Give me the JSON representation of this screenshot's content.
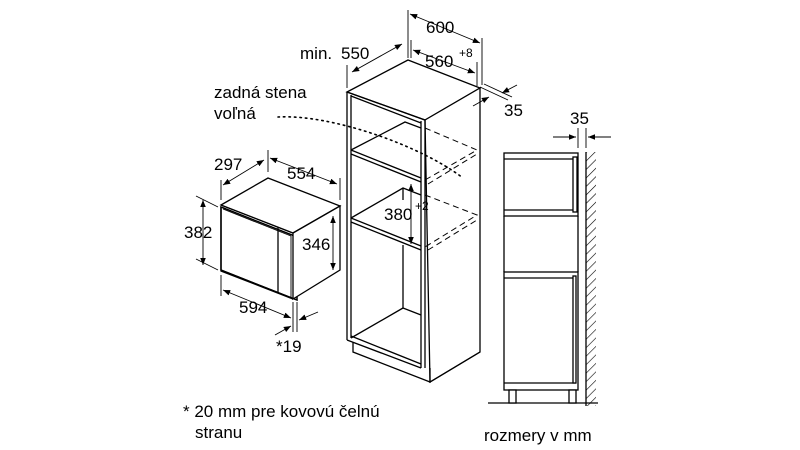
{
  "diagram": {
    "colors": {
      "line": "#000000",
      "background": "#ffffff"
    },
    "microwave": {
      "dim_depth": "297",
      "dim_width_top": "554",
      "dim_height_outer": "382",
      "dim_height_inner": "346",
      "dim_width_front": "594",
      "dim_front_offset": "*19"
    },
    "cabinet": {
      "dim_min_depth_prefix": "min.",
      "dim_min_depth": "550",
      "dim_outer_width": "600",
      "dim_niche_width": "560",
      "dim_niche_width_tol": "+8",
      "dim_rear_gap": "35",
      "dim_niche_height": "380",
      "dim_niche_height_tol": "+2",
      "rear_wall_note_line1": "zadná stena",
      "rear_wall_note_line2": "voľná"
    },
    "side_view": {
      "dim_wall_gap": "35"
    },
    "footnote_line1": "* 20 mm pre kovovú čelnú",
    "footnote_line2": "stranu",
    "units_note": "rozmery v mm"
  }
}
